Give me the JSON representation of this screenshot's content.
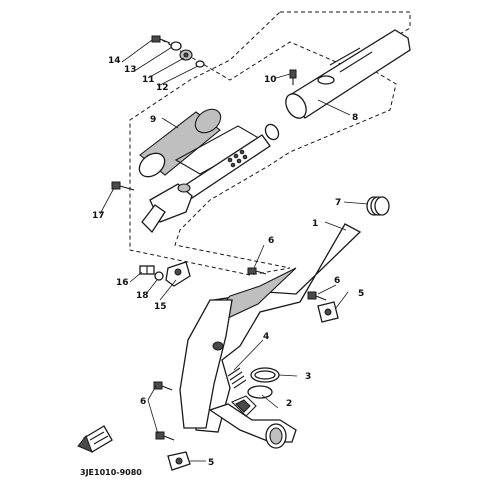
{
  "callouts": {
    "c1": "1",
    "c2": "2",
    "c3": "3",
    "c4": "4",
    "c5a": "5",
    "c5b": "5",
    "c6a": "6",
    "c6b": "6",
    "c6c": "6",
    "c7": "7",
    "c8": "8",
    "c9": "9",
    "c10": "10",
    "c11": "11",
    "c12": "12",
    "c13": "13",
    "c14": "14",
    "c15": "15",
    "c16": "16",
    "c17": "17",
    "c18": "18"
  },
  "diagram_code": "3JE1010-9080",
  "colors": {
    "ink": "#1a1a1a",
    "shade": "#bfbfbf",
    "background": "#ffffff"
  }
}
